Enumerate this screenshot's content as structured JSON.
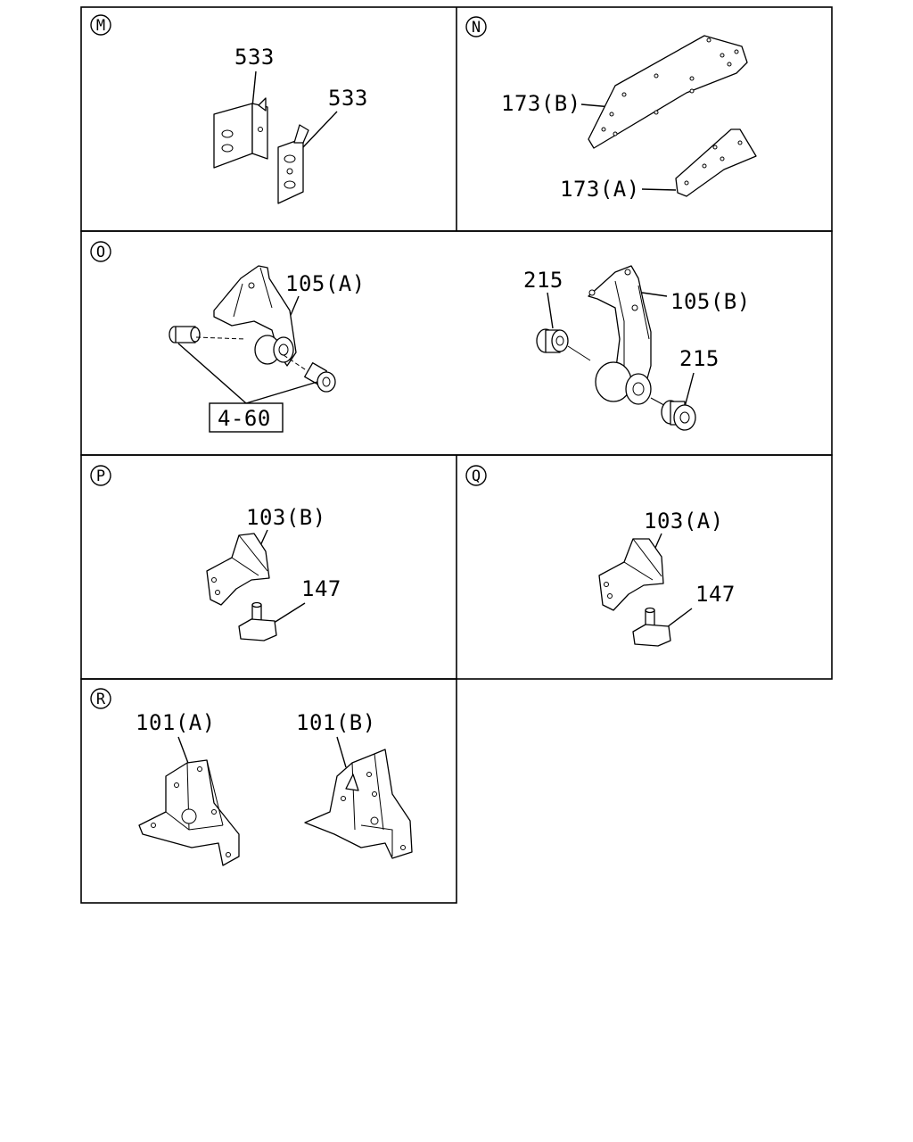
{
  "sections": {
    "M": {
      "marker": "M",
      "labels": {
        "a": "533",
        "b": "533"
      }
    },
    "N": {
      "marker": "N",
      "labels": {
        "b": "173(B)",
        "a": "173(A)"
      }
    },
    "O": {
      "marker": "O",
      "labels": {
        "a": "105(A)",
        "ref": "4-60",
        "b": "105(B)",
        "c1": "215",
        "c2": "215"
      }
    },
    "P": {
      "marker": "P",
      "labels": {
        "a": "103(B)",
        "b": "147"
      }
    },
    "Q": {
      "marker": "Q",
      "labels": {
        "a": "103(A)",
        "b": "147"
      }
    },
    "R": {
      "marker": "R",
      "labels": {
        "a": "101(A)",
        "b": "101(B)"
      }
    }
  }
}
